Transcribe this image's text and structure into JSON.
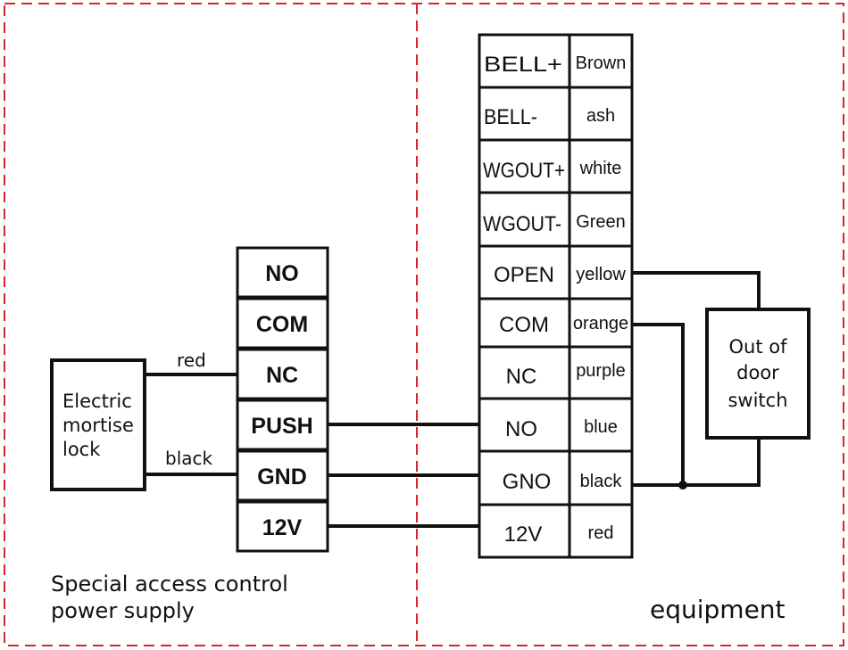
{
  "regions": {
    "left_label_line1": "Special access control",
    "left_label_line2": "power supply",
    "right_label": "equipment",
    "border_color": "#d9252a"
  },
  "lock": {
    "line1": "Electric",
    "line2": "mortise",
    "line3": "lock",
    "wire_top_label": "red",
    "wire_bottom_label": "black"
  },
  "power_supply_terminals": [
    "NO",
    "COM",
    "NC",
    "PUSH",
    "GND",
    "12V"
  ],
  "equipment_terminals": [
    {
      "name": "BELL+",
      "color": "Brown"
    },
    {
      "name": "BELL-",
      "color": "ash"
    },
    {
      "name": "WGOUT+",
      "color": "white"
    },
    {
      "name": "WGOUT-",
      "color": "Green"
    },
    {
      "name": "OPEN",
      "color": "yellow"
    },
    {
      "name": "COM",
      "color": "orange"
    },
    {
      "name": "NC",
      "color": "purple"
    },
    {
      "name": "NO",
      "color": "blue"
    },
    {
      "name": "GNO",
      "color": "black"
    },
    {
      "name": "12V",
      "color": "red"
    }
  ],
  "switch": {
    "line1": "Out of",
    "line2": "door",
    "line3": "switch"
  }
}
